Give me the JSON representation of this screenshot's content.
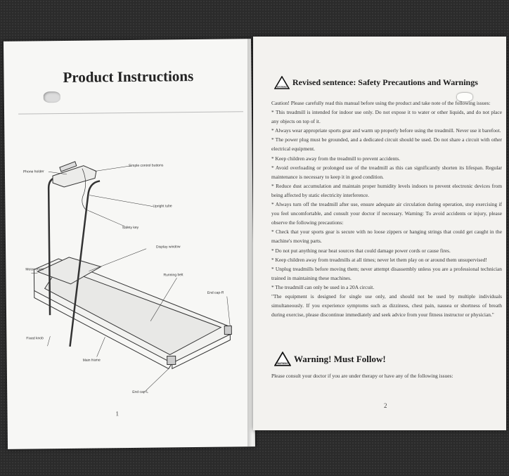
{
  "left_page": {
    "title": "Product Instructions",
    "page_number": "1",
    "diagram_labels": {
      "phone_holder": "Phone holder",
      "simple_control_buttons": "Simple control buttons",
      "upright_tube": "Upright tube",
      "safety_key": "Safety key",
      "display_window": "Display window",
      "motor_cover": "Motor cover",
      "running_belt": "Running belt",
      "end_cap_r": "End cap-R",
      "fixed_knob": "Fixed knob",
      "main_frame": "Main frame",
      "end_cap_l": "End cap-L"
    }
  },
  "right_page": {
    "heading1": "Revised sentence: Safety Precautions and Warnings",
    "intro": "Caution! Please carefully read this manual before using the product and take note of the following issues:",
    "precautions": [
      "* This treadmill is intended for indoor use only. Do not expose it to water or other liquids, and do not place any objects on top of it.",
      "* Always wear appropriate sports gear and warm up properly before using the treadmill. Never use it barefoot.",
      "* The power plug must be grounded, and a dedicated circuit should be used. Do not share a circuit with other electrical equipment.",
      "* Keep children away from the treadmill to prevent accidents.",
      "* Avoid overloading or prolonged use of the treadmill as this can significantly shorten its lifespan. Regular maintenance is necessary to keep it in good condition.",
      "* Reduce dust accumulation and maintain proper humidity levels indoors to prevent electronic devices from being affected by static electricity interference.",
      "* Always turn off the treadmill after use, ensure adequate air circulation during operation, stop exercising if you feel uncomfortable, and consult your doctor if necessary. Warning: To avoid accidents or injury, please observe the following precautions:",
      "* Check that your sports gear is secure with no loose zippers or hanging strings that could get caught in the machine's moving parts.",
      "* Do not put anything near heat sources that could damage power cords or cause fires.",
      "* Keep children away from treadmills at all times; never let them play on or around them unsupervised!",
      "* Unplug treadmills before moving them; never attempt disassembly unless you are a professional technician trained in maintaining these machines.",
      "* The treadmill can only be used in a 20A circuit.",
      "\"The equipment is designed for single use only, and should not be used by multiple individuals simultaneously. If you experience symptoms such as dizziness, chest pain, nausea or shortness of breath during exercise, please discontinue immediately and seek advice from your fitness instructor or physician.\""
    ],
    "heading2": "Warning! Must Follow!",
    "consult_text": "Please consult your doctor if you are under therapy or have any of the following issues:",
    "warning_icon_text": "WARNING",
    "page_number": "2"
  }
}
